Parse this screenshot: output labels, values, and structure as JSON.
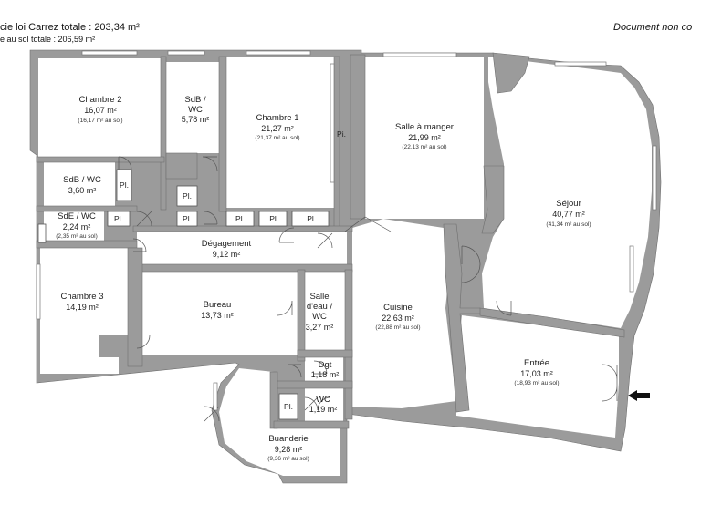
{
  "header": {
    "carrez_total": "cie loi Carrez totale :  203,34 m²",
    "floor_total": "e au sol totale :  206,59 m²",
    "disclaimer": "Document non co"
  },
  "rooms": {
    "chambre2": {
      "name": "Chambre 2",
      "area": "16,07 m²",
      "floor": "(16,17 m² au sol)"
    },
    "sdb_wc_top": {
      "name1": "SdB /",
      "name2": "WC",
      "area": "5,78 m²"
    },
    "chambre1": {
      "name": "Chambre 1",
      "area": "21,27 m²",
      "floor": "(21,37 m² au sol)"
    },
    "salle_manger": {
      "name": "Salle à manger",
      "area": "21,99 m²",
      "floor": "(22,13 m² au sol)"
    },
    "sdb_wc_left": {
      "name": "SdB / WC",
      "area": "3,60 m²"
    },
    "sejour": {
      "name": "Séjour",
      "area": "40,77 m²",
      "floor": "(41,34 m² au sol)"
    },
    "sde_wc": {
      "name": "SdE / WC",
      "area": "2,24 m²",
      "floor": "(2,35 m² au sol)"
    },
    "degagement": {
      "name": "Dégagement",
      "area": "9,12 m²"
    },
    "chambre3": {
      "name": "Chambre 3",
      "area": "14,19 m²"
    },
    "bureau": {
      "name": "Bureau",
      "area": "13,73 m²"
    },
    "salle_eau": {
      "name1": "Salle",
      "name2": "d'eau /",
      "name3": "WC",
      "area": "3,27 m²"
    },
    "cuisine": {
      "name": "Cuisine",
      "area": "22,63 m²",
      "floor": "(22,88 m² au sol)"
    },
    "entree": {
      "name": "Entrée",
      "area": "17,03 m²",
      "floor": "(18,93 m² au sol)"
    },
    "dgt": {
      "name": "Dgt",
      "area": "1,18 m²"
    },
    "wc": {
      "name": "WC",
      "area": "1,19 m²"
    },
    "buanderie": {
      "name": "Buanderie",
      "area": "9,28 m²",
      "floor": "(9,36 m² au sol)"
    }
  },
  "closets": {
    "label": "Pl.",
    "label_short": "Pl",
    "label_pi": "Pi."
  },
  "colors": {
    "wall": "#9b9b9b",
    "arrow": "#111111"
  },
  "icons": {
    "entrance": "entrance-arrow-icon"
  }
}
